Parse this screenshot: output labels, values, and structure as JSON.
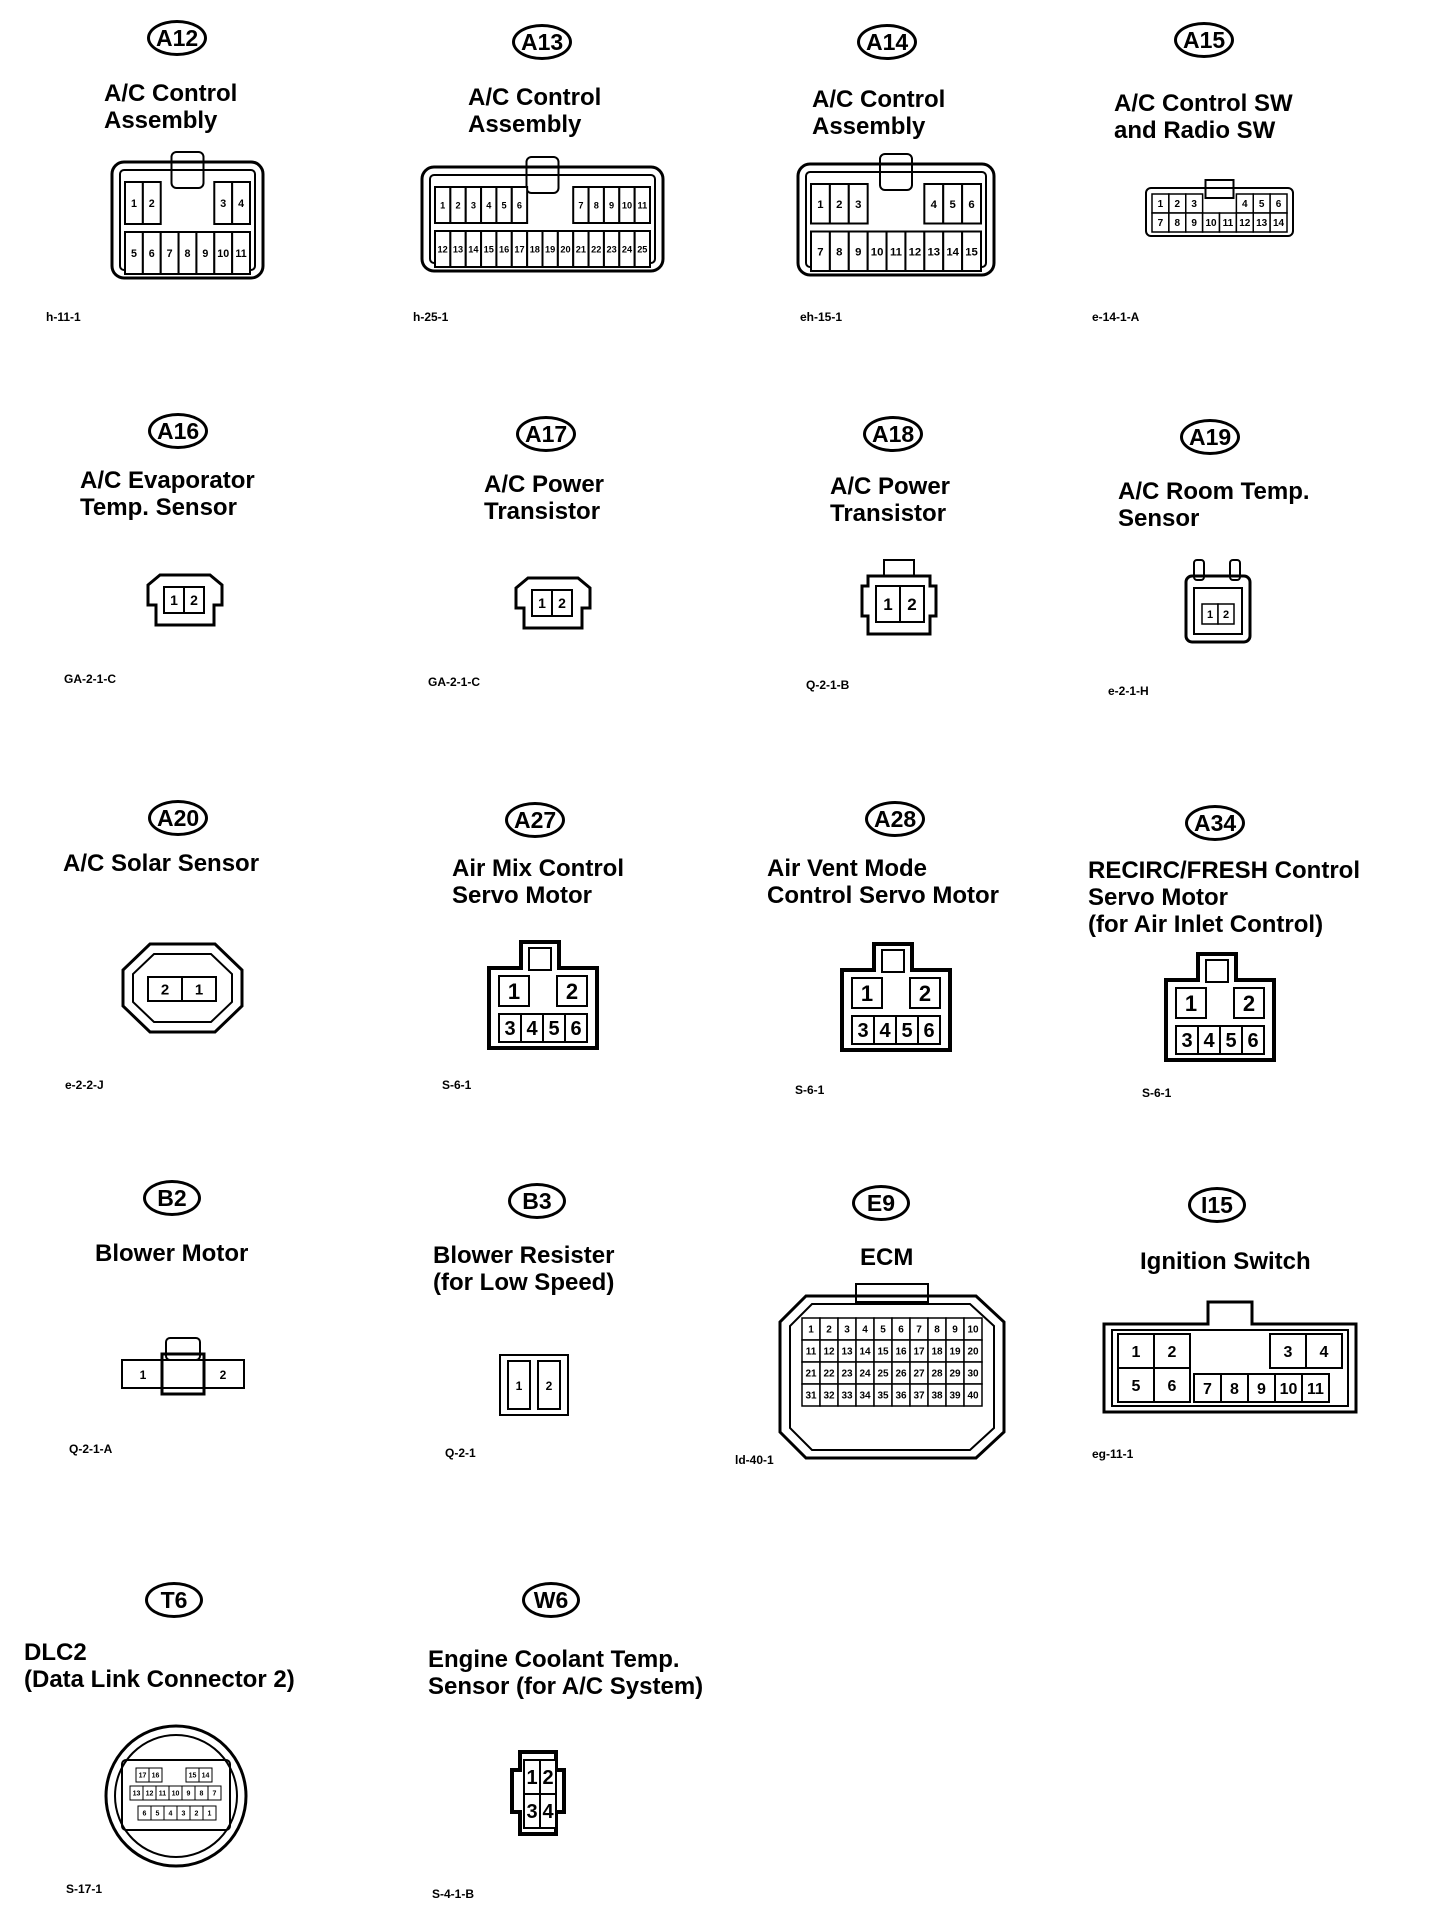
{
  "connectors": [
    {
      "id": "A12",
      "title": "A/C Control\nAssembly",
      "code": "h-11-1",
      "pins_top": [
        "1",
        "2",
        "3",
        "4"
      ],
      "pins_bottom": [
        "5",
        "6",
        "7",
        "8",
        "9",
        "10",
        "11"
      ]
    },
    {
      "id": "A13",
      "title": "A/C Control\nAssembly",
      "code": "h-25-1",
      "pins_top": [
        "1",
        "2",
        "3",
        "4",
        "5",
        "6",
        "7",
        "8",
        "9",
        "10",
        "11"
      ],
      "pins_bottom": [
        "12",
        "13",
        "14",
        "15",
        "16",
        "17",
        "18",
        "19",
        "20",
        "21",
        "22",
        "23",
        "24",
        "25"
      ]
    },
    {
      "id": "A14",
      "title": "A/C Control\nAssembly",
      "code": "eh-15-1",
      "pins_top": [
        "1",
        "2",
        "3",
        "4",
        "5",
        "6"
      ],
      "pins_bottom": [
        "7",
        "8",
        "9",
        "10",
        "11",
        "12",
        "13",
        "14",
        "15"
      ]
    },
    {
      "id": "A15",
      "title": "A/C Control SW\nand Radio SW",
      "code": "e-14-1-A",
      "pins_top": [
        "1",
        "2",
        "3",
        "4",
        "5",
        "6"
      ],
      "pins_bottom": [
        "7",
        "8",
        "9",
        "10",
        "11",
        "12",
        "13",
        "14"
      ]
    },
    {
      "id": "A16",
      "title": "A/C Evaporator\nTemp. Sensor",
      "code": "GA-2-1-C",
      "pins": [
        "1",
        "2"
      ]
    },
    {
      "id": "A17",
      "title": "A/C Power\nTransistor",
      "code": "GA-2-1-C",
      "pins": [
        "1",
        "2"
      ]
    },
    {
      "id": "A18",
      "title": "A/C Power\nTransistor",
      "code": "Q-2-1-B",
      "pins": [
        "1",
        "2"
      ]
    },
    {
      "id": "A19",
      "title": "A/C Room Temp.\nSensor",
      "code": "e-2-1-H",
      "pins": [
        "1",
        "2"
      ]
    },
    {
      "id": "A20",
      "title": "A/C Solar Sensor",
      "code": "e-2-2-J",
      "pins": [
        "2",
        "1"
      ]
    },
    {
      "id": "A27",
      "title": "Air Mix Control\nServo Motor",
      "code": "S-6-1",
      "pins_top": [
        "1",
        "2"
      ],
      "pins_bottom": [
        "3",
        "4",
        "5",
        "6"
      ]
    },
    {
      "id": "A28",
      "title": "Air Vent Mode\nControl Servo Motor",
      "code": "S-6-1",
      "pins_top": [
        "1",
        "2"
      ],
      "pins_bottom": [
        "3",
        "4",
        "5",
        "6"
      ]
    },
    {
      "id": "A34",
      "title": "RECIRC/FRESH Control\nServo Motor\n(for Air Inlet Control)",
      "code": "S-6-1",
      "pins_top": [
        "1",
        "2"
      ],
      "pins_bottom": [
        "3",
        "4",
        "5",
        "6"
      ]
    },
    {
      "id": "B2",
      "title": "Blower Motor",
      "code": "Q-2-1-A",
      "pins": [
        "1",
        "2"
      ]
    },
    {
      "id": "B3",
      "title": "Blower Resister\n(for Low Speed)",
      "code": "Q-2-1",
      "pins": [
        "1",
        "2"
      ]
    },
    {
      "id": "E9",
      "title": "ECM",
      "code": "ld-40-1",
      "pins_rows": [
        [
          "1",
          "2",
          "3",
          "4",
          "5",
          "6",
          "7",
          "8",
          "9",
          "10"
        ],
        [
          "11",
          "12",
          "13",
          "14",
          "15",
          "16",
          "17",
          "18",
          "19",
          "20"
        ],
        [
          "21",
          "22",
          "23",
          "24",
          "25",
          "26",
          "27",
          "28",
          "29",
          "30"
        ],
        [
          "31",
          "32",
          "33",
          "34",
          "35",
          "36",
          "37",
          "38",
          "39",
          "40"
        ]
      ]
    },
    {
      "id": "I15",
      "title": "Ignition Switch",
      "code": "eg-11-1",
      "pins_top": [
        "1",
        "2",
        "3",
        "4"
      ],
      "pins_bottom": [
        "5",
        "6",
        "7",
        "8",
        "9",
        "10",
        "11"
      ]
    },
    {
      "id": "T6",
      "title": "DLC2\n(Data Link Connector 2)",
      "code": "S-17-1",
      "pins_rows": [
        [
          "17",
          "16",
          "15",
          "14"
        ],
        [
          "13",
          "12",
          "11",
          "10",
          "9",
          "8",
          "7"
        ],
        [
          "6",
          "5",
          "4",
          "3",
          "2",
          "1"
        ]
      ]
    },
    {
      "id": "W6",
      "title": "Engine Coolant Temp.\nSensor (for A/C System)",
      "code": "S-4-1-B",
      "pins_top": [
        "1",
        "2"
      ],
      "pins_bottom": [
        "3",
        "4"
      ]
    }
  ]
}
